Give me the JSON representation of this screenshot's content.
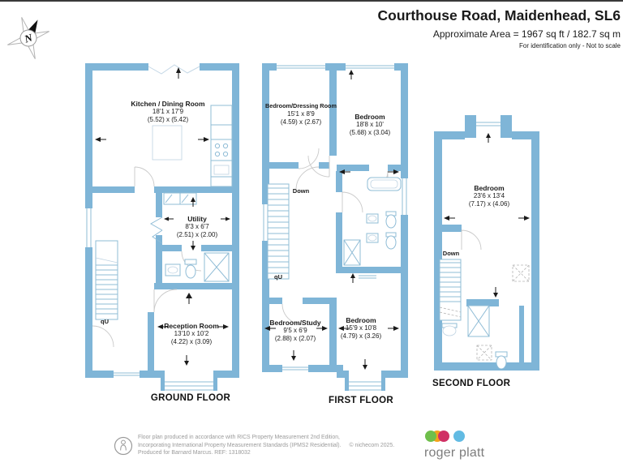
{
  "header": {
    "title": "Courthouse Road, Maidenhead, SL6",
    "area": "Approximate Area = 1967 sq ft / 182.7 sq m",
    "note": "For identification only - Not to scale"
  },
  "compass": {
    "label": "N"
  },
  "plans": {
    "ground": {
      "floor_label": "GROUND FLOOR",
      "up_label": "qU",
      "rooms": {
        "kitchen": {
          "name": "Kitchen / Dining Room",
          "dims_ft": "18'1 x 17'9",
          "dims_m": "(5.52) x (5.42)"
        },
        "utility": {
          "name": "Utility",
          "dims_ft": "8'3 x 6'7",
          "dims_m": "(2.51) x (2.00)"
        },
        "reception": {
          "name": "Reception Room",
          "dims_ft": "13'10 x 10'2",
          "dims_m": "(4.22) x (3.09)"
        }
      }
    },
    "first": {
      "floor_label": "FIRST FLOOR",
      "down_label": "Down",
      "up_label": "qU",
      "rooms": {
        "bed_dressing": {
          "name": "Bedroom/Dressing Room",
          "dims_ft": "15'1 x 8'9",
          "dims_m": "(4.59) x (2.67)"
        },
        "bedroom_front": {
          "name": "Bedroom",
          "dims_ft": "18'8 x 10'",
          "dims_m": "(5.68) x (3.04)"
        },
        "bed_study": {
          "name": "Bedroom/Study",
          "dims_ft": "9'5 x 6'9",
          "dims_m": "(2.88) x (2.07)"
        },
        "bedroom_rear": {
          "name": "Bedroom",
          "dims_ft": "15'9 x 10'8",
          "dims_m": "(4.79) x (3.26)"
        }
      }
    },
    "second": {
      "floor_label": "SECOND FLOOR",
      "down_label": "Down",
      "rooms": {
        "bedroom": {
          "name": "Bedroom",
          "dims_ft": "23'6 x 13'4",
          "dims_m": "(7.17) x (4.06)"
        }
      }
    }
  },
  "footer": {
    "disclaimer_line1": "Floor plan produced in accordance with RICS Property Measurement 2nd Edition,",
    "disclaimer_line2": "Incorporating International Property Measurement Standards (IPMS2 Residential).",
    "copyright": "© nichecom 2025.",
    "disclaimer_line3": "Produced for Barnard Marcus.   REF:  1318032",
    "logo_text": "roger platt"
  },
  "colors": {
    "wall": "#7fb5d7",
    "wall-line": "#8fbcd6",
    "logo-green": "#6fbf4b",
    "logo-orange": "#f5a21b",
    "logo-crimson": "#d03065",
    "logo-blue": "#62bbe3"
  }
}
